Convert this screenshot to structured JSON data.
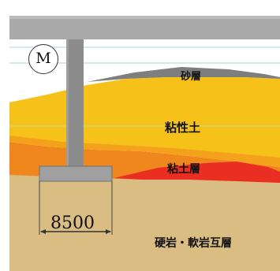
{
  "diagram": {
    "marker_label": "M",
    "dimension_label": "8500",
    "layers": {
      "sand": "砂層",
      "clay": "粘性土",
      "clay_layer": "粘土層",
      "rock": "硬岩・軟岩互層"
    },
    "colors": {
      "beam": "#a9a9a9",
      "sky": "#ffffff",
      "gridline": "#9fd8e0",
      "sand": "#7e7e7e",
      "clay": "#f6c21a",
      "clay_lower": "#f0861e",
      "clay_layer": "#ea2e22",
      "rock": "#d9bd83",
      "pier": "#8c8c8c",
      "footing": "#a0a0a0"
    }
  }
}
